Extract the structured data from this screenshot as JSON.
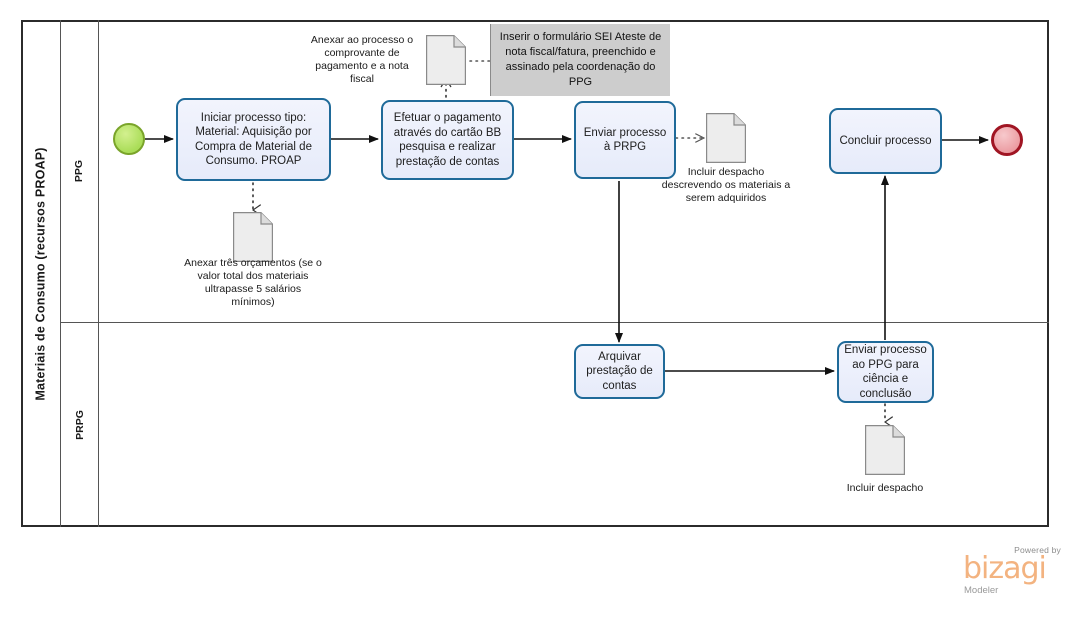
{
  "diagram": {
    "pool_title": "Materiais de Consumo (recursos PROAP)",
    "lanes": [
      {
        "id": "ppg",
        "label": "PPG"
      },
      {
        "id": "prpg",
        "label": "PRPG"
      }
    ],
    "colors": {
      "task_border": "#1f6a99",
      "task_fill": "#eceffc",
      "start_event_fill": "#b6e36a",
      "start_event_border": "#7aa42a",
      "end_event_fill": "#f0a8ac",
      "end_event_border": "#a01523",
      "note_fill": "#cdcdcd",
      "document_fill": "#ededed",
      "document_border": "#8a8a8a",
      "pool_border": "#2b2b2b",
      "brand_orange": "#f3b380"
    },
    "events": [
      {
        "id": "start",
        "name": "start-event",
        "type": "start"
      },
      {
        "id": "end",
        "name": "end-event",
        "type": "end"
      }
    ],
    "tasks": [
      {
        "id": "t1",
        "lane": "ppg",
        "label": "Iniciar processo tipo: Material: Aquisição por Compra de Material de Consumo. PROAP"
      },
      {
        "id": "t2",
        "lane": "ppg",
        "label": "Efetuar o pagamento através do cartão BB pesquisa e realizar prestação de contas"
      },
      {
        "id": "t3",
        "lane": "ppg",
        "label": "Enviar processo à PRPG"
      },
      {
        "id": "t4",
        "lane": "ppg",
        "label": "Concluir processo"
      },
      {
        "id": "t5",
        "lane": "prpg",
        "label": "Arquivar prestação de contas"
      },
      {
        "id": "t6",
        "lane": "prpg",
        "label": "Enviar processo ao PPG para ciência e conclusão"
      }
    ],
    "documents": [
      {
        "id": "d1",
        "caption": "Anexar três orçamentos (se o valor total dos materiais ultrapasse 5 salários mínimos)"
      },
      {
        "id": "d2",
        "caption": "Anexar ao processo o comprovante de pagamento e a nota fiscal"
      },
      {
        "id": "d3",
        "caption": "Incluir despacho descrevendo os materiais a serem adquiridos"
      },
      {
        "id": "d4",
        "caption": "Incluir despacho"
      }
    ],
    "annotations": [
      {
        "id": "n1",
        "text": "Inserir o formulário SEI Ateste de nota fiscal/fatura, preenchido e assinado pela coordenação do PPG"
      }
    ]
  },
  "branding": {
    "powered_by": "Powered by",
    "wordmark": "bizagi",
    "product": "Modeler"
  }
}
